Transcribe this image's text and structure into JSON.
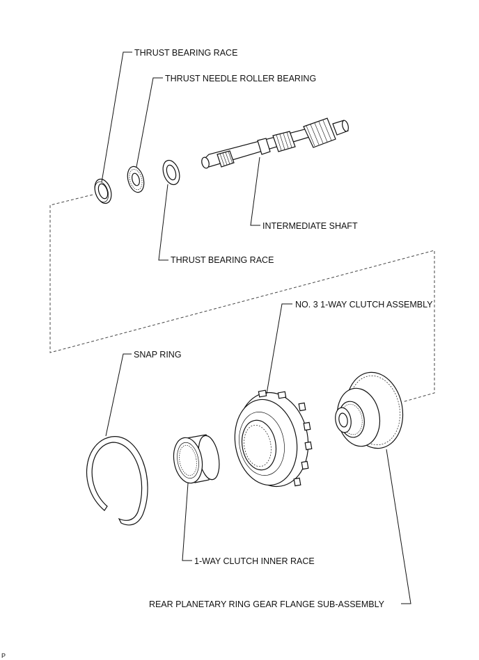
{
  "labels": {
    "thrust_bearing_race_top": "THRUST BEARING RACE",
    "thrust_needle_roller_bearing": "THRUST NEEDLE ROLLER BEARING",
    "intermediate_shaft": "INTERMEDIATE SHAFT",
    "thrust_bearing_race_lower": "THRUST BEARING RACE",
    "no3_one_way_clutch_assembly": "NO. 3 1-WAY CLUTCH ASSEMBLY",
    "snap_ring": "SNAP RING",
    "one_way_clutch_inner_race": "1-WAY CLUTCH INNER RACE",
    "rear_planetary_ring_gear_flange": "REAR PLANETARY RING GEAR FLANGE SUB-ASSEMBLY"
  },
  "corner_code": "P"
}
